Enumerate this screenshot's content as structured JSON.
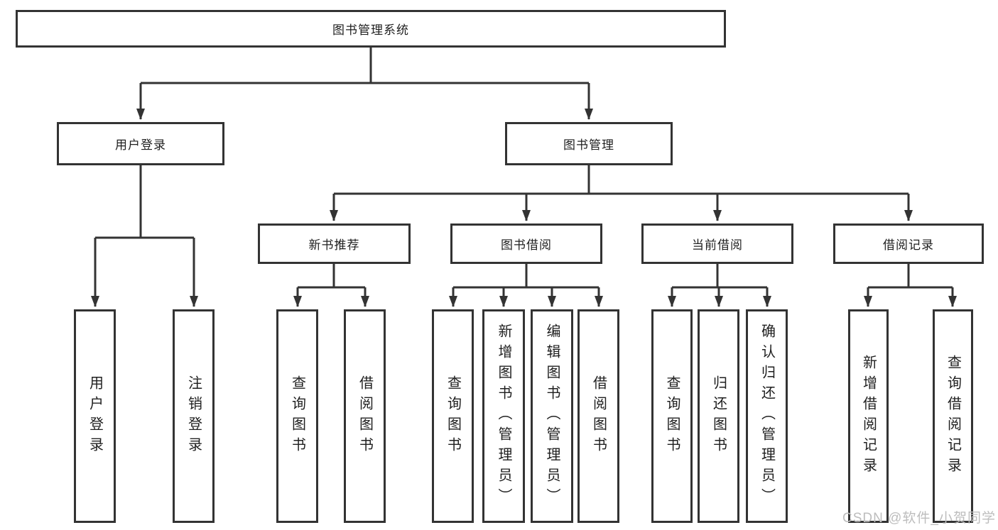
{
  "diagram": {
    "title": "图书管理系统",
    "tree": {
      "root": "图书管理系统",
      "branches": [
        {
          "label": "用户登录",
          "children": [
            "用户登录",
            "注销登录"
          ]
        },
        {
          "label": "图书管理",
          "sections": [
            {
              "label": "新书推荐",
              "children": [
                "查询图书",
                "借阅图书"
              ]
            },
            {
              "label": "图书借阅",
              "children": [
                "查询图书",
                "新增图书（管理员）",
                "编辑图书（管理员）",
                "借阅图书"
              ]
            },
            {
              "label": "当前借阅",
              "children": [
                "查询图书",
                "归还图书",
                "确认归还（管理员）"
              ]
            },
            {
              "label": "借阅记录",
              "children": [
                "新增借阅记录",
                "查询借阅记录"
              ]
            }
          ]
        }
      ]
    },
    "colors": {
      "line": "#333333",
      "text": "#1f1f1f",
      "background": "#ffffff",
      "watermark": "#bdbdbd"
    }
  },
  "watermark": "CSDN @软件_小贺同学"
}
